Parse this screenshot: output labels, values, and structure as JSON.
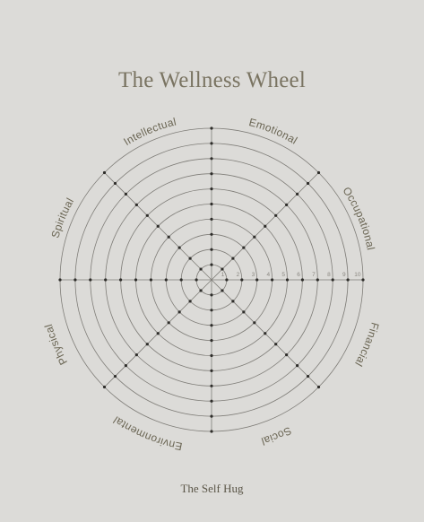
{
  "title": "The Wellness Wheel",
  "footer": "The Self Hug",
  "colors": {
    "background": "#dcdbd8",
    "title": "#7a7462",
    "line": "#7f7d78",
    "dot": "#2e2d2a",
    "label": "#6a6553",
    "scale_text": "#8a8780"
  },
  "wheel": {
    "scale": [
      "1",
      "2",
      "3",
      "4",
      "5",
      "6",
      "7",
      "8",
      "9",
      "10"
    ],
    "categories": [
      "Emotional",
      "Occupational",
      "Financial",
      "Social",
      "Environmental",
      "Physical",
      "Spiritual",
      "Intellectual"
    ]
  }
}
